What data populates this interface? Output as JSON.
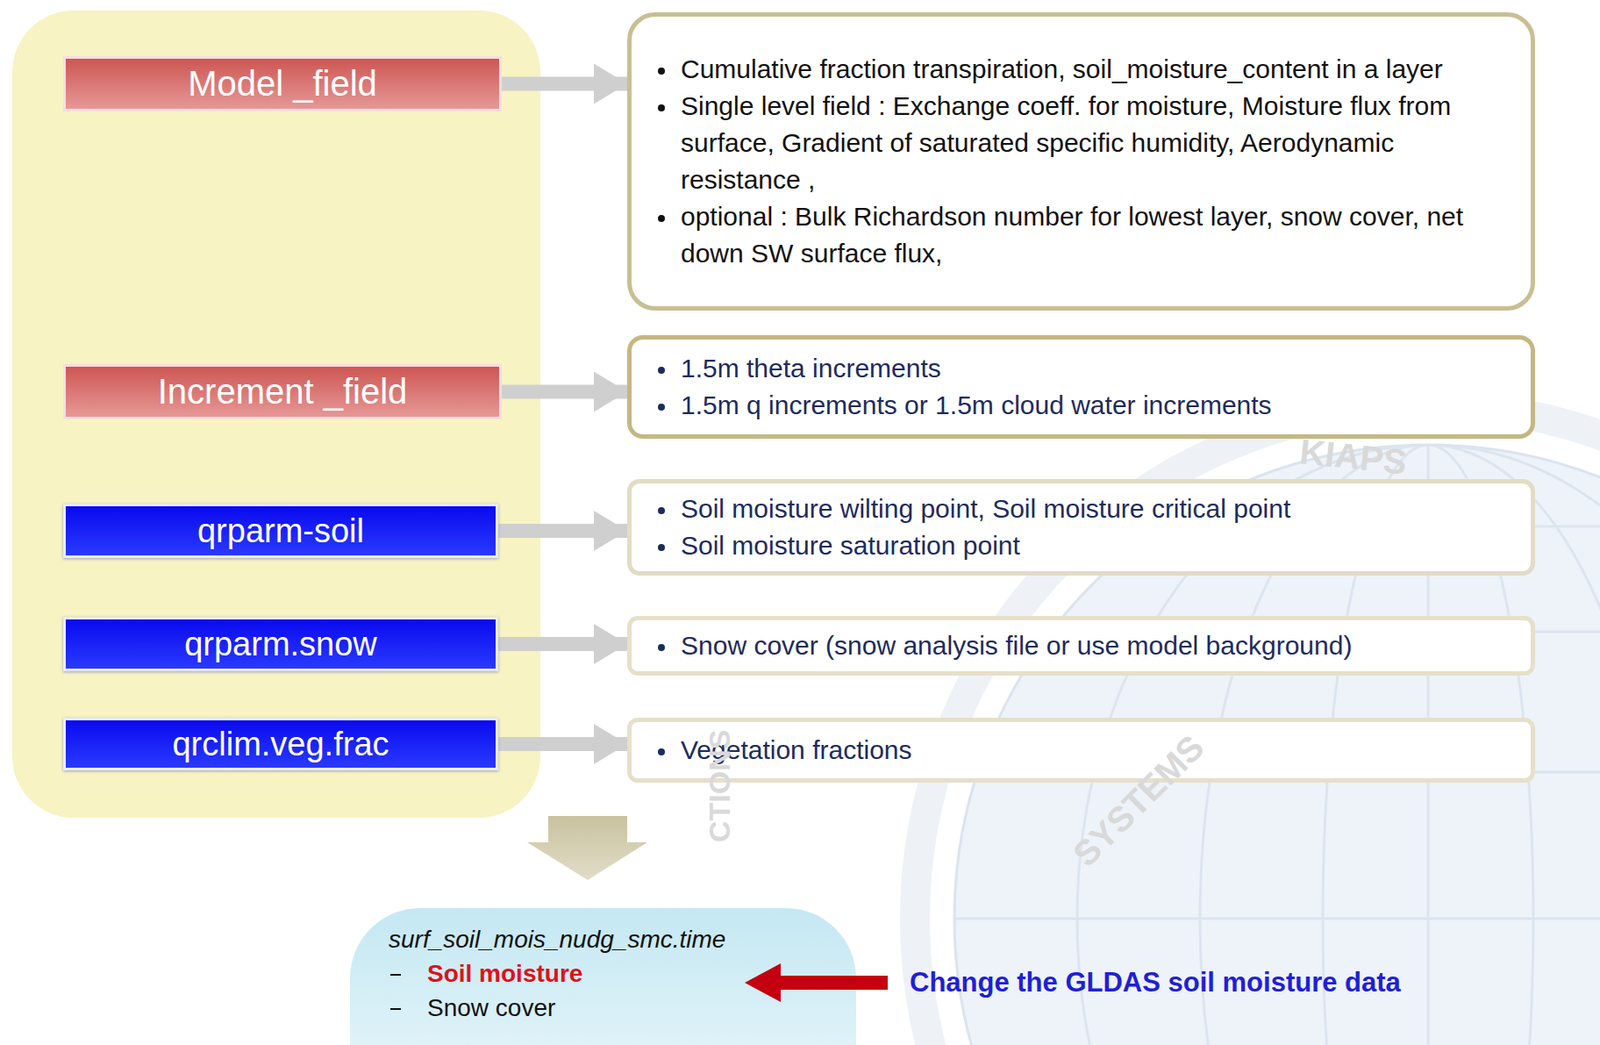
{
  "diagram": {
    "nodes": [
      {
        "text": [
          "Model _field"
        ]
      },
      {
        "text": [
          "Cumulative fraction transpiration, soil_moisture_content in a layer",
          "Single level field : Exchange coeff. for moisture, Moisture flux from surface, Gradient of saturated specific humidity, Aerodynamic resistance ,",
          "optional : Bulk Richardson number for lowest layer, snow cover, net down SW surface flux,"
        ]
      },
      {
        "text": [
          "Increment _field"
        ]
      },
      {
        "text": [
          "1.5m theta increments",
          "1.5m q increments or 1.5m cloud water increments"
        ]
      },
      {
        "text": [
          "qrparm-soil"
        ]
      },
      {
        "text": [
          "Soil moisture wilting point, Soil moisture critical point",
          "Soil moisture saturation point"
        ]
      },
      {
        "text": [
          "qrparm.snow"
        ]
      },
      {
        "text": [
          "Snow cover (snow analysis file or use model background)"
        ]
      },
      {
        "text": [
          "qrclim.veg.frac"
        ]
      },
      {
        "text": [
          "Vegetation fractions"
        ]
      },
      {
        "text": [
          "surf_soil_mois_nudg_smc.time",
          "Soil moisture",
          "Snow cover"
        ]
      }
    ],
    "edges": [
      {
        "from": 0,
        "to": 1,
        "arrow": "to"
      },
      {
        "from": 2,
        "to": 3,
        "arrow": "to"
      },
      {
        "from": 4,
        "to": 5,
        "arrow": "to"
      },
      {
        "from": 6,
        "to": 7,
        "arrow": "to"
      },
      {
        "from": 8,
        "to": 9,
        "arrow": "to"
      }
    ],
    "labels": [
      "Change the GLDAS soil moisture data",
      "KIAPS",
      "SYSTEMS",
      "CTIONS"
    ]
  }
}
